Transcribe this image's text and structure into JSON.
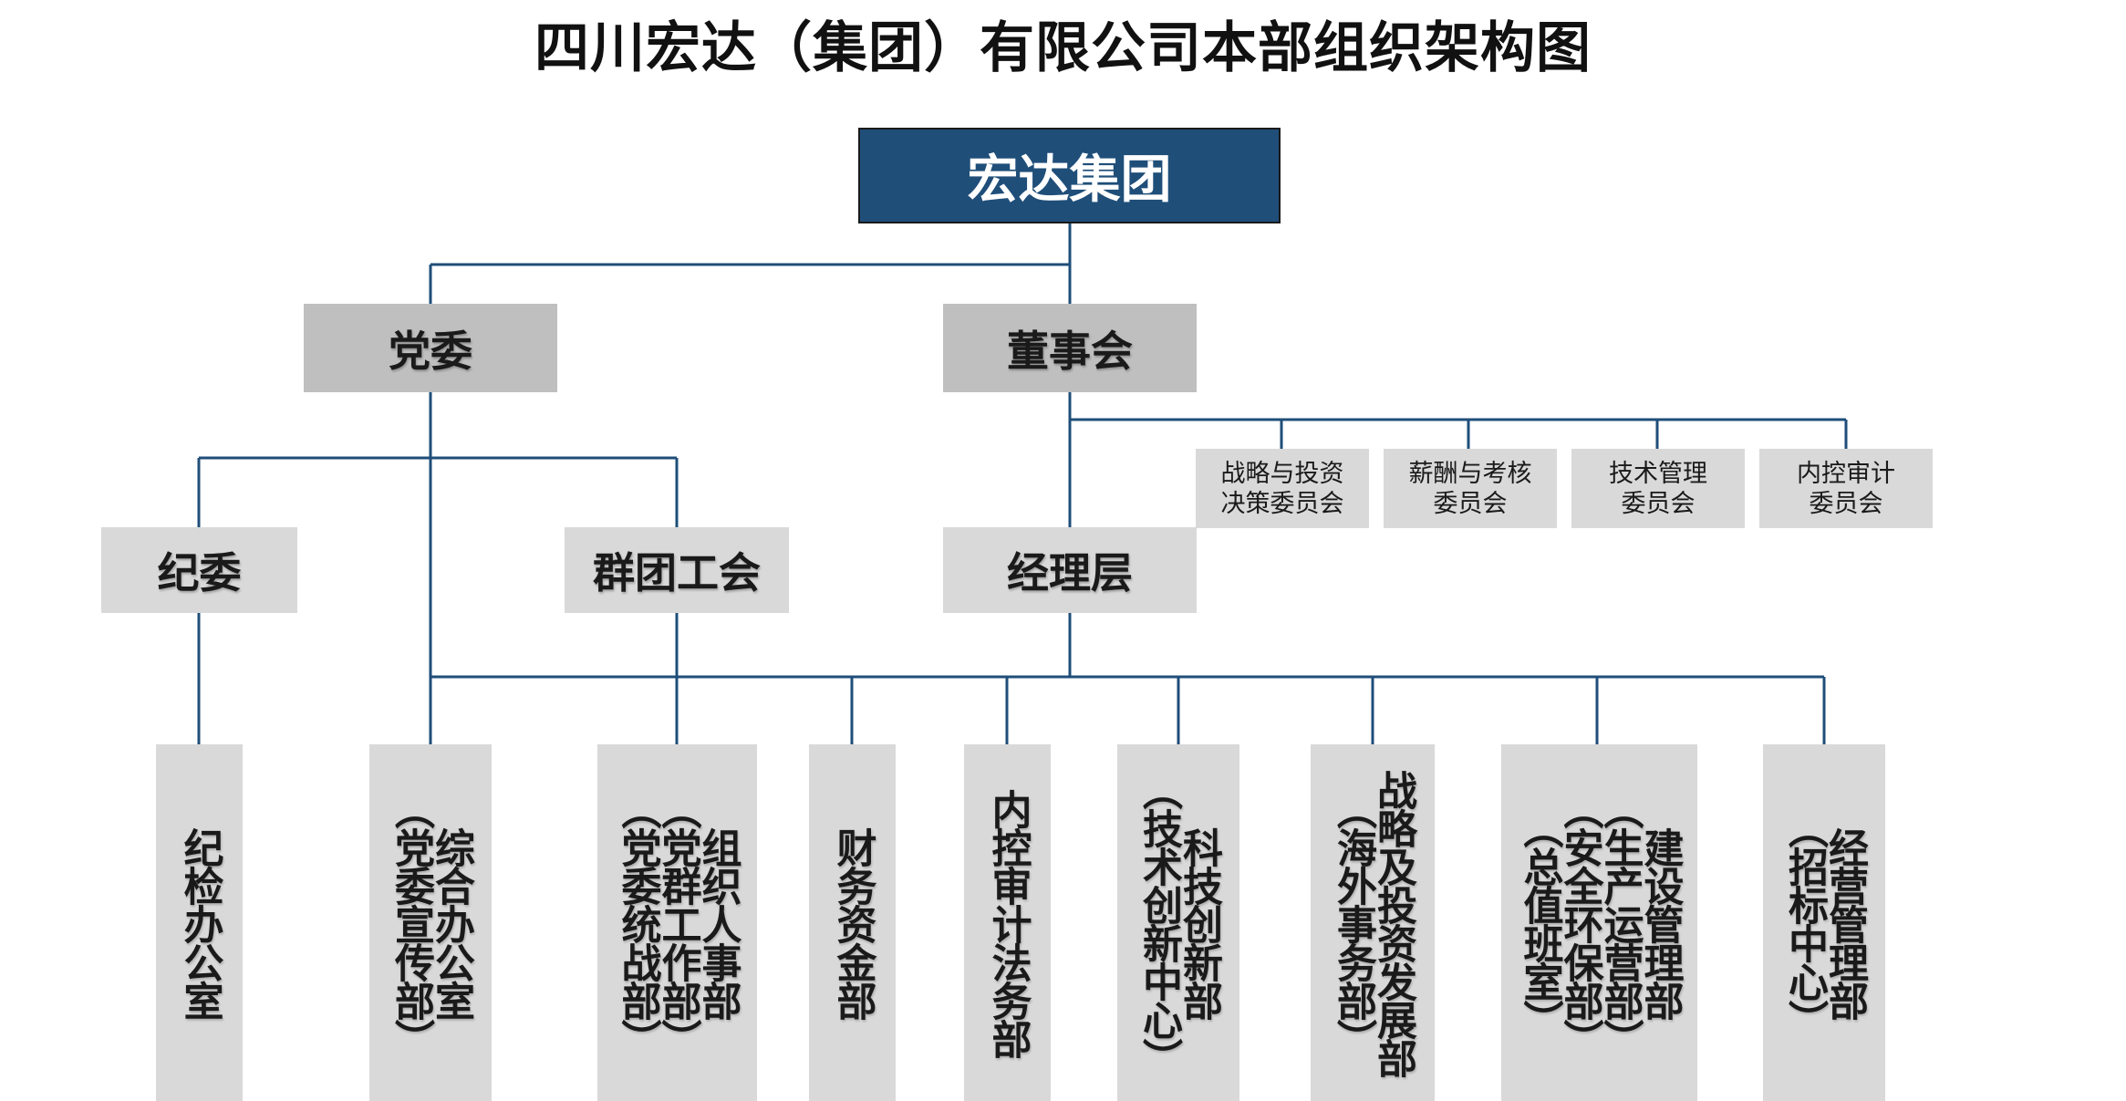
{
  "title": "四川宏达（集团）有限公司本部组织架构图",
  "colors": {
    "root_fill": "#1f4e79",
    "line": "#1f4e79",
    "box_dark": "#bfbfbf",
    "box_light": "#d9d9d9"
  },
  "nodes": {
    "root": "宏达集团",
    "party_committee": "党委",
    "board": "董事会",
    "discipline_committee": "纪委",
    "union": "群团工会",
    "management": "经理层"
  },
  "committees": [
    "战略与投资\n决策委员会",
    "薪酬与考核\n委员会",
    "技术管理\n委员会",
    "内控审计\n委员会"
  ],
  "departments": [
    {
      "name": "纪检办公室",
      "sub": ""
    },
    {
      "name": "综合办公室",
      "sub": "（党委宣传部）"
    },
    {
      "name": "组织人事部",
      "sub": "（党群工作部）\n（党委统战部）"
    },
    {
      "name": "财务资金部",
      "sub": ""
    },
    {
      "name": "内控审计法务部",
      "sub": ""
    },
    {
      "name": "科技创新部",
      "sub": "（技术创新中心）"
    },
    {
      "name": "战略及投资发展部",
      "sub": "（海外事务部）"
    },
    {
      "name": "建设管理部",
      "sub": "（生产运营部）\n（安全环保部）\n（总值班室）"
    },
    {
      "name": "经营管理部",
      "sub": "（招标中心）"
    }
  ]
}
